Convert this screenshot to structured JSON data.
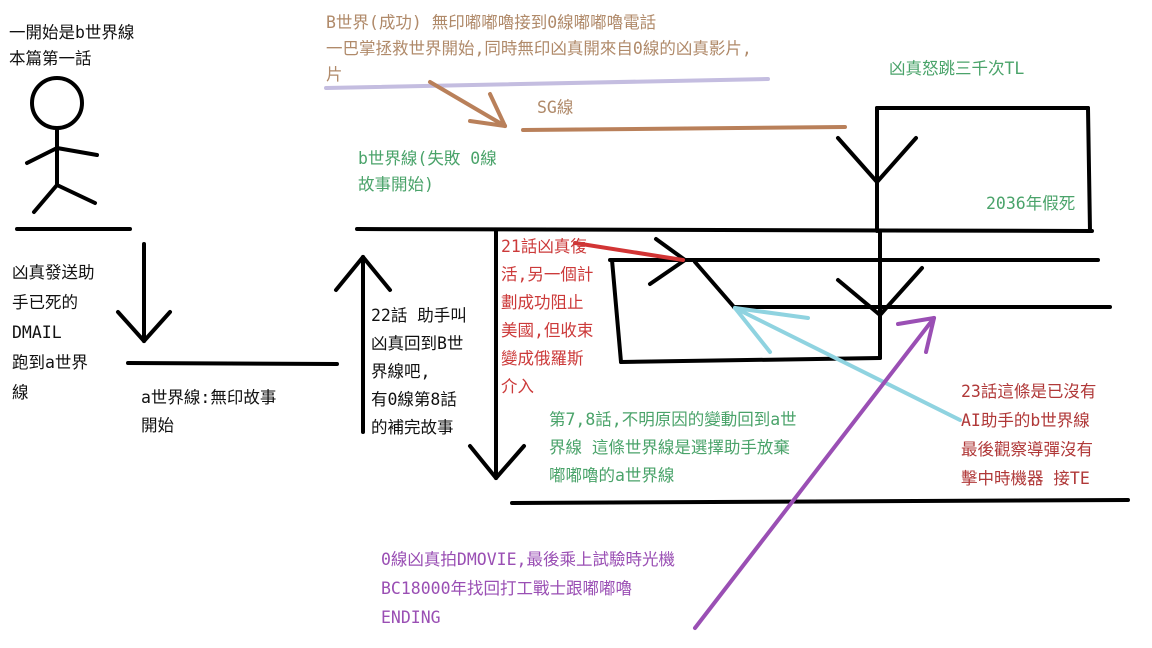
{
  "colors": {
    "black": "#000000",
    "brown": "#b9805a",
    "lavender": "#c4bde0",
    "light_blue": "#8fd3e0",
    "red": "#d23434",
    "purple": "#9a4fb4"
  },
  "icons": [
    "stick-figure"
  ],
  "labels": {
    "start": "一開始是b世界線\n本篇第一話",
    "b_success": "B世界(成功) 無印嘟嘟嚕接到0線嘟嘟嚕電話\n一巴掌拯救世界開始,同時無印凶真開來自0線的凶真影片,\n片",
    "sg_line": "SG線",
    "b_fail": "b世界線(失敗 0線\n故事開始)",
    "tl": "凶真怒跳三千次TL",
    "dmail": "凶真發送助\n手已死的\nDMAIL\n跑到a世界\n線",
    "a_line": "a世界線:無印故事\n開始",
    "ep22": "22話 助手叫\n凶真回到B世\n界線吧,\n有0線第8話\n的補完故事",
    "ep21": "21話凶真復\n活,另一個計\n劃成功阻止\n美國,但收束\n變成俄羅斯\n介入",
    "y2036": "2036年假死",
    "ep78": "第7,8話,不明原因的變動回到a世\n界線 這條世界線是選擇助手放棄\n嘟嘟嚕的a世界線",
    "ep23": "23話這條是已沒有\nAI助手的b世界線\n最後觀察導彈沒有\n擊中時機器 接TE",
    "dmovie": "0線凶真拍DMOVIE,最後乘上試驗時光機\nBC18000年找回打工戰士跟嘟嘟嚕\nENDING"
  }
}
